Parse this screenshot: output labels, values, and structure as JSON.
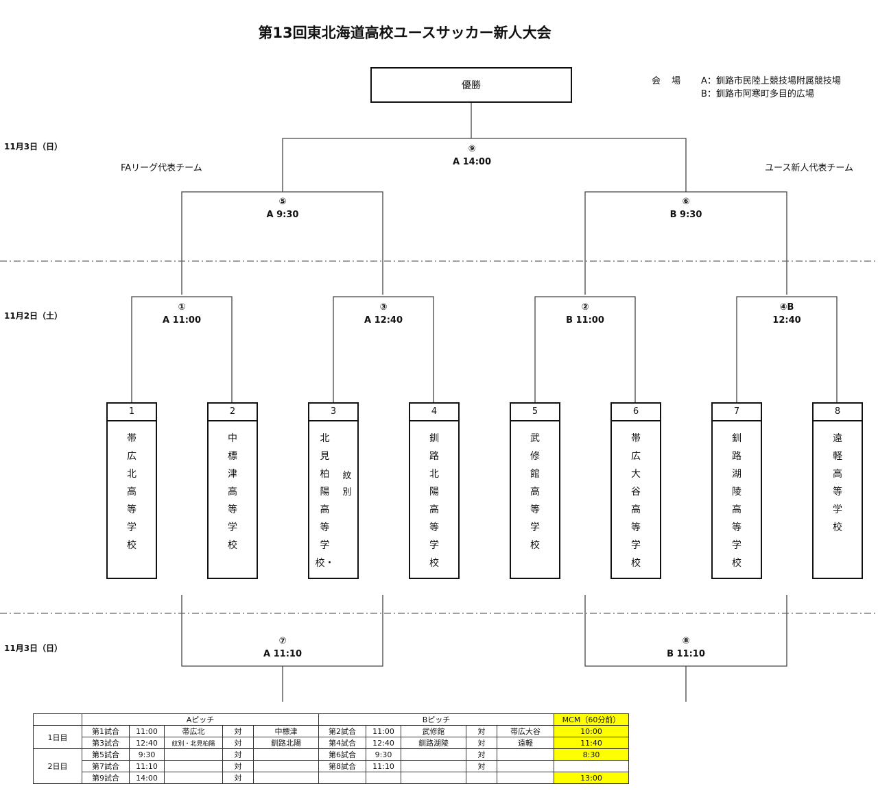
{
  "title": "第13回東北海道高校ユースサッカー新人大会",
  "champion_label": "優勝",
  "venue": {
    "label": "会 場",
    "a": "A：釧路市民陸上競技場附属競技場",
    "b": "B：釧路市阿寒町多目的広場"
  },
  "dates": {
    "final": "11月3日（日）",
    "round1": "11月2日（土）",
    "placement": "11月3日（日）"
  },
  "groups": {
    "left": "FAリーグ代表チーム",
    "right": "ユース新人代表チーム"
  },
  "matches": {
    "m9": {
      "num": "⑨",
      "info": "A  14:00"
    },
    "m5": {
      "num": "⑤",
      "info": "A   9:30"
    },
    "m6": {
      "num": "⑥",
      "info": "B   9:30"
    },
    "m1": {
      "num": "①",
      "info": "A  11:00"
    },
    "m3": {
      "num": "③",
      "info": "A  12:40"
    },
    "m2": {
      "num": "②",
      "info": "B  11:00"
    },
    "m4": {
      "num": "④B",
      "info": "12:40"
    },
    "m7": {
      "num": "⑦",
      "info": "A  11:10"
    },
    "m8": {
      "num": "⑧",
      "info": "B  11:10"
    }
  },
  "teams": [
    {
      "num": "1",
      "cols": [
        [
          "帯",
          "広",
          "北",
          "高",
          "等",
          "学",
          "校"
        ]
      ]
    },
    {
      "num": "2",
      "cols": [
        [
          "中",
          "標",
          "津",
          "高",
          "等",
          "学",
          "校"
        ]
      ]
    },
    {
      "num": "3",
      "cols": [
        [
          "紋",
          "別"
        ],
        [
          "北",
          "見",
          "柏",
          "陽",
          "高",
          "等",
          "学",
          "校・"
        ]
      ]
    },
    {
      "num": "4",
      "cols": [
        [
          "釧",
          "路",
          "北",
          "陽",
          "高",
          "等",
          "学",
          "校"
        ]
      ]
    },
    {
      "num": "5",
      "cols": [
        [
          "武",
          "修",
          "館",
          "高",
          "等",
          "学",
          "校"
        ]
      ]
    },
    {
      "num": "6",
      "cols": [
        [
          "帯",
          "広",
          "大",
          "谷",
          "高",
          "等",
          "学",
          "校"
        ]
      ]
    },
    {
      "num": "7",
      "cols": [
        [
          "釧",
          "路",
          "湖",
          "陵",
          "高",
          "等",
          "学",
          "校"
        ]
      ]
    },
    {
      "num": "8",
      "cols": [
        [
          "遠",
          "軽",
          "高",
          "等",
          "学",
          "校"
        ]
      ]
    }
  ],
  "schedule": {
    "a_pitch": "Aピッチ",
    "b_pitch": "Bピッチ",
    "mcm": "MCM（60分前）",
    "vs": "対",
    "day1": "1日目",
    "day2": "2日目",
    "rows": [
      {
        "a_match": "第1試合",
        "a_time": "11:00",
        "a_home": "帯広北",
        "a_away": "中標津",
        "b_match": "第2試合",
        "b_time": "11:00",
        "b_home": "武修館",
        "b_away": "帯広大谷",
        "mcm": "10:00"
      },
      {
        "a_match": "第3試合",
        "a_time": "12:40",
        "a_home": "紋別・北見柏陽",
        "a_away": "釧路北陽",
        "b_match": "第4試合",
        "b_time": "12:40",
        "b_home": "釧路湖陵",
        "b_away": "遠軽",
        "mcm": "11:40"
      },
      {
        "a_match": "第5試合",
        "a_time": "9:30",
        "a_home": "",
        "a_away": "",
        "b_match": "第6試合",
        "b_time": "9:30",
        "b_home": "",
        "b_away": "",
        "mcm": "8:30"
      },
      {
        "a_match": "第7試合",
        "a_time": "11:10",
        "a_home": "",
        "a_away": "",
        "b_match": "第8試合",
        "b_time": "11:10",
        "b_home": "",
        "b_away": "",
        "mcm": ""
      },
      {
        "a_match": "第9試合",
        "a_time": "14:00",
        "a_home": "",
        "a_away": "",
        "b_match": "",
        "b_time": "",
        "b_home": "",
        "b_away": "",
        "mcm": "13:00"
      }
    ]
  }
}
